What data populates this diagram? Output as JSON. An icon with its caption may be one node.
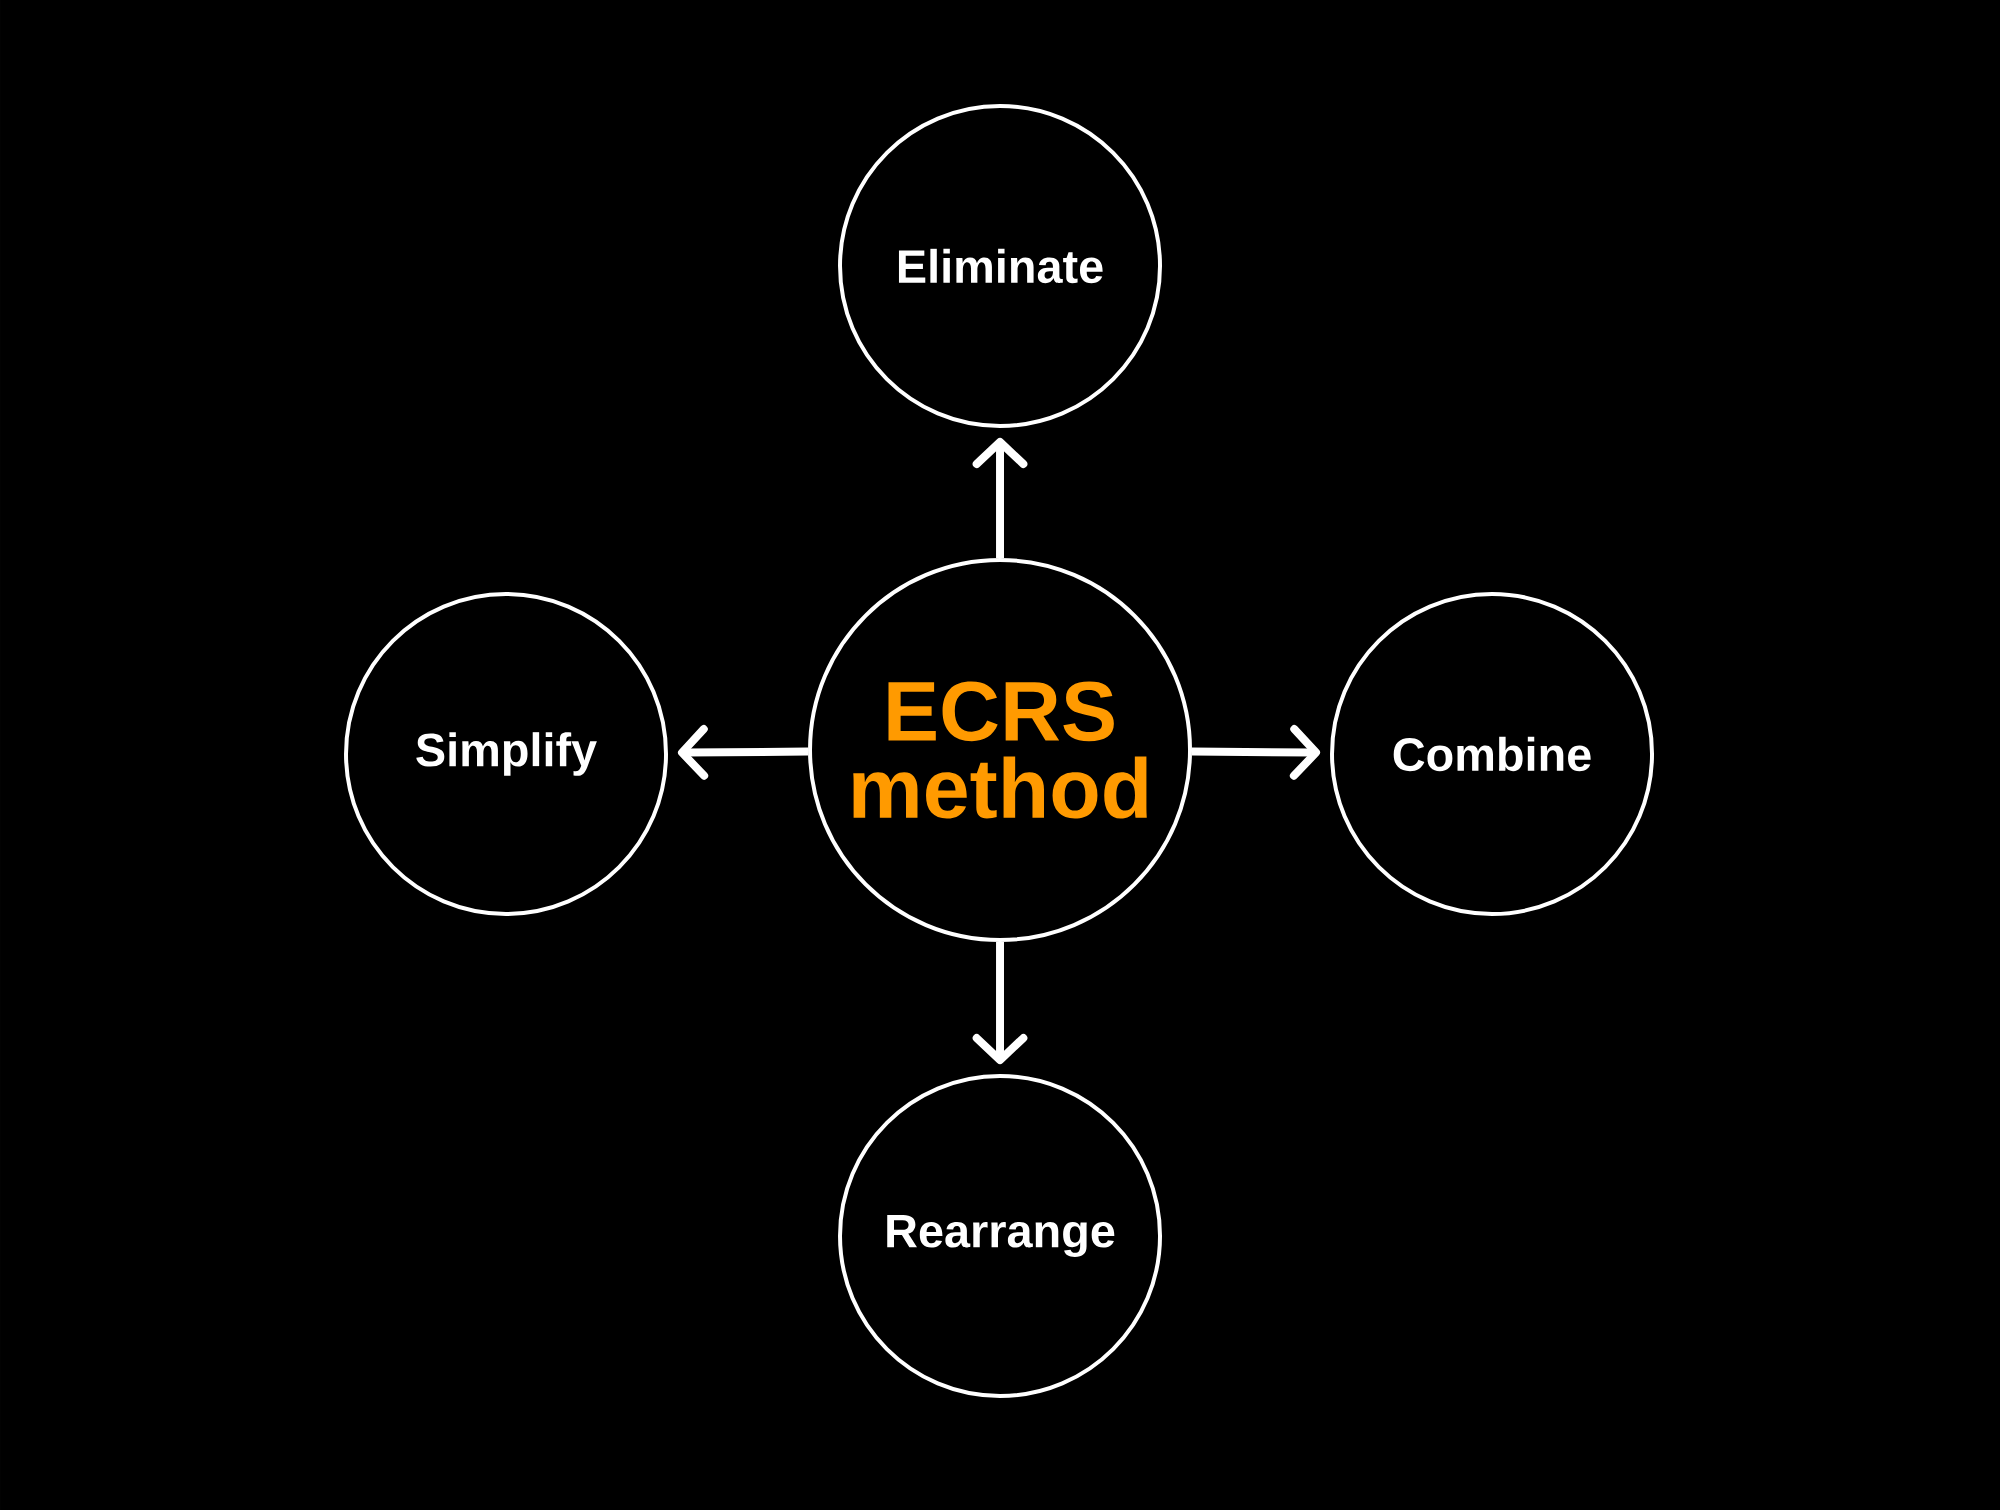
{
  "diagram": {
    "nodes": [
      {
        "text": [
          "Eliminate"
        ]
      },
      {
        "text": [
          "Simplify"
        ]
      },
      {
        "text": [
          "ECRS method"
        ]
      },
      {
        "text": [
          "Combine"
        ]
      },
      {
        "text": [
          "Rearrange"
        ]
      }
    ],
    "edges": [
      {
        "from": 2,
        "to": 0,
        "arrow": "to"
      },
      {
        "from": 2,
        "to": 1,
        "arrow": "to"
      },
      {
        "from": 2,
        "to": 3,
        "arrow": "to"
      },
      {
        "from": 2,
        "to": 4,
        "arrow": "to"
      }
    ]
  }
}
